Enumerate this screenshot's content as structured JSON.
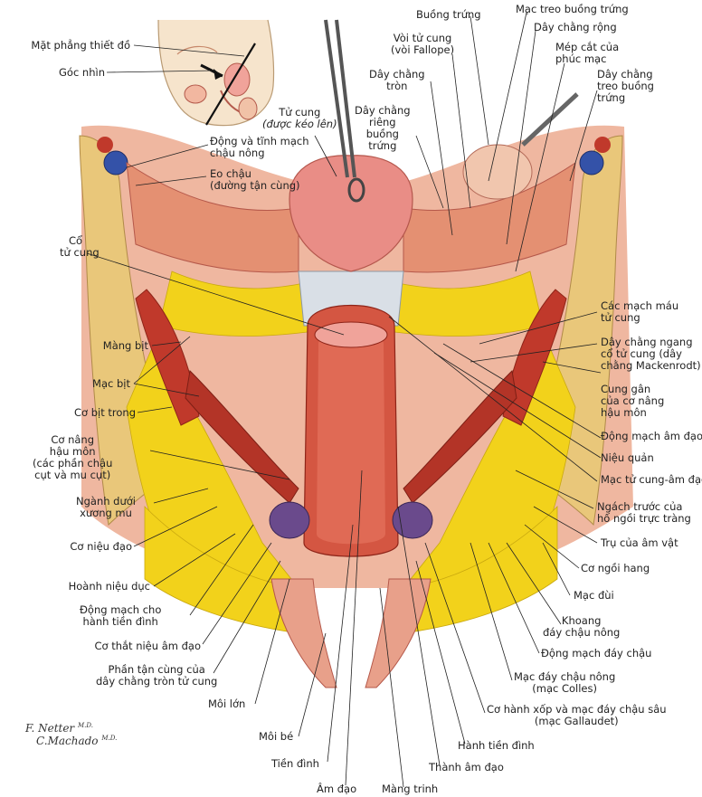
{
  "labels": {
    "mat_phang": [
      "Mặt phẳng thiết đồ"
    ],
    "goc_nhin": [
      "Góc nhìn"
    ],
    "dong_tinh_mach": [
      "Động và tĩnh mạch",
      "chậu nông"
    ],
    "eo_chau": [
      "Eo chậu",
      "(đường tận cùng)"
    ],
    "tu_cung": [
      "Tử cung",
      "(được kéo lên)"
    ],
    "buong_trung": [
      "Buồng trứng"
    ],
    "mac_treo_buong_trung": [
      "Mạc treo buồng trứng"
    ],
    "day_chang_rong": [
      "Dây chằng rộng"
    ],
    "voi_tu_cung": [
      "Vòi tử cung",
      "(vòi Fallope)"
    ],
    "mep_cat": [
      "Mép cắt của",
      "phúc mạc"
    ],
    "day_chang_tron": [
      "Dây chằng",
      "tròn"
    ],
    "day_chang_treo": [
      "Dây chằng",
      "treo buồng",
      "trứng"
    ],
    "day_chang_rieng": [
      "Dây chằng",
      "riêng",
      "buồng",
      "trứng"
    ],
    "co_tu_cung": [
      "Cổ",
      "tử cung"
    ],
    "cac_mach_mau": [
      "Các mạch máu",
      "tử cung"
    ],
    "day_chang_ngang": [
      "Dây chằng ngang",
      "cổ tử cung (dây",
      "chằng Mackenrodt)"
    ],
    "mang_bit": [
      "Màng bịt"
    ],
    "mac_bit": [
      "Mạc bịt"
    ],
    "co_bit_trong": [
      "Cơ bịt trong"
    ],
    "cung_gan": [
      "Cung gân",
      "của cơ nâng",
      "hậu môn"
    ],
    "dong_mach_am_dao": [
      "Động mạch âm đạo"
    ],
    "co_nang": [
      "Cơ nâng",
      "hậu môn",
      "(các phần chậu",
      "cụt và mu cụt)"
    ],
    "nieu_quan": [
      "Niệu quản"
    ],
    "mac_tu_cung": [
      "Mạc tử cung-âm đạo"
    ],
    "nganh_duoi": [
      "Ngành dưới",
      "xương mu"
    ],
    "ngach_truoc": [
      "Ngách trước của",
      "hố ngồi trực tràng"
    ],
    "tru_am_vat": [
      "Trụ của âm vật"
    ],
    "co_nieu_dao": [
      "Cơ niệu đạo"
    ],
    "co_ngoi_hang": [
      "Cơ ngồi hang"
    ],
    "hoanh_nieu_duc": [
      "Hoành niệu dục"
    ],
    "mac_dui": [
      "Mạc đùi"
    ],
    "dong_mach_hanh": [
      "Động mạch cho",
      "hành tiền đình"
    ],
    "khoang_day": [
      "Khoang",
      "đáy chậu nông"
    ],
    "co_that": [
      "Cơ thắt niệu âm đạo"
    ],
    "dong_mach_day": [
      "Động mạch đáy chậu"
    ],
    "phan_tan": [
      "Phần tận cùng của",
      "dây chằng tròn tử cung"
    ],
    "mac_day_nong": [
      "Mạc đáy chậu nông",
      "(mạc Colles)"
    ],
    "moi_lon": [
      "Môi lớn"
    ],
    "co_hanh_xop": [
      "Cơ hành xốp và mạc đáy chậu sâu",
      "(mạc Gallaudet)"
    ],
    "moi_be": [
      "Môi bé"
    ],
    "hanh_tien_dinh": [
      "Hành tiền đình"
    ],
    "tien_dinh": [
      "Tiền đình"
    ],
    "thanh_am_dao": [
      "Thành âm đạo"
    ],
    "am_dao": [
      "Âm đạo"
    ],
    "mang_trinh": [
      "Màng trinh"
    ]
  },
  "signature": {
    "line1": "F. Netter",
    "line1_suffix": "M.D.",
    "line2": "C.Machado",
    "line2_suffix": "M.D."
  },
  "colors": {
    "muscle": "#c0392b",
    "muscle_dark": "#8e2418",
    "fat": "#f2d21b",
    "peritoneum": "#e8a08a",
    "uterus": "#e98d86",
    "bone": "#e9c77a",
    "leader": "#222222"
  }
}
